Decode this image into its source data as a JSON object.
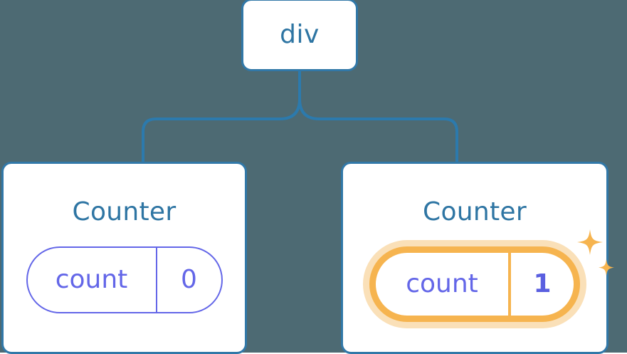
{
  "diagram": {
    "type": "component-tree",
    "background_color": "#4d6a73",
    "node_border_color": "#3178a8",
    "node_text_color": "#2e75a3",
    "state_color": "#6366e8",
    "highlight_color": "#f6b44f",
    "highlight_glow_color": "#fae0b8",
    "root": {
      "label": "div"
    },
    "children": [
      {
        "title": "Counter",
        "state": {
          "key": "count",
          "value": "0"
        },
        "highlighted": false,
        "sparkles": false
      },
      {
        "title": "Counter",
        "state": {
          "key": "count",
          "value": "1"
        },
        "highlighted": true,
        "sparkles": true
      }
    ]
  }
}
